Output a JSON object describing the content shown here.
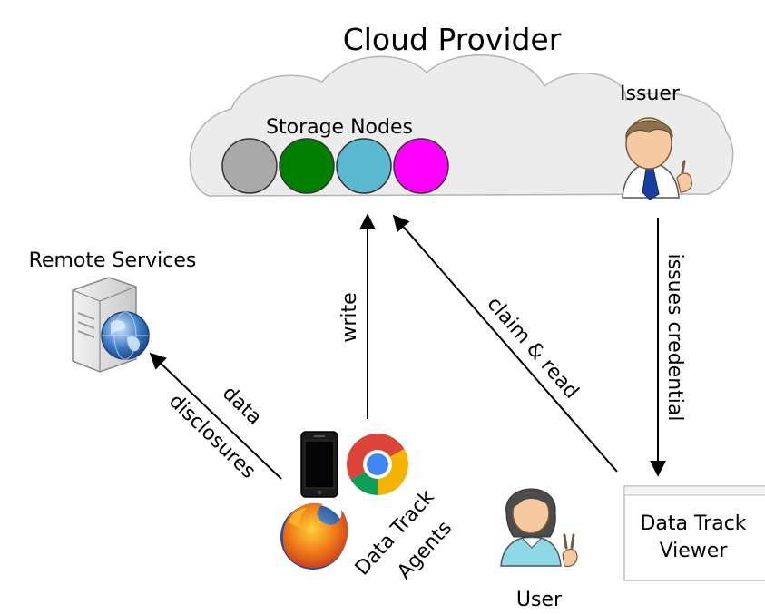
{
  "cloud": {
    "title": "Cloud Provider",
    "storage_label": "Storage Nodes",
    "issuer_label": "Issuer",
    "node_colors": [
      "#a9a9a9",
      "#008000",
      "#5ab9d0",
      "#ff00ff"
    ]
  },
  "remote_services": {
    "label": "Remote Services"
  },
  "agents": {
    "label_line1": "Data Track",
    "label_line2": "Agents"
  },
  "user": {
    "label": "User"
  },
  "viewer": {
    "label_line1": "Data Track",
    "label_line2": "Viewer"
  },
  "arrows": {
    "write": "write",
    "claim_read": "claim & read",
    "issues_credential": "issues credential",
    "data_line1": "data",
    "data_line2": "disclosures"
  },
  "colors": {
    "cloud_fill": "#ececec",
    "cloud_stroke": "#b3b3b3",
    "tie": "#1a3ea0",
    "skin": "#f6c9a0",
    "hair_issuer": "#8a7150",
    "hair_user": "#4b4b4b"
  }
}
